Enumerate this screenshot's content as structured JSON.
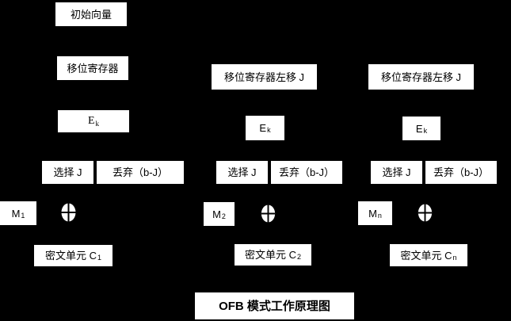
{
  "title": "OFB 模式工作原理图",
  "colors": {
    "background": "#000000",
    "box_fill": "#ffffff",
    "box_text": "#000000"
  },
  "icons": {
    "xor": "circle-plus-xor"
  },
  "columns": [
    {
      "initial_vector": "初始向量",
      "shift_register": "移位寄存器",
      "encrypt": {
        "base": "E",
        "sub": "k"
      },
      "select": "选择 J",
      "discard": "丢弃（b-J）",
      "message": {
        "base": "M",
        "sub": "1"
      },
      "cipher": {
        "base": "密文单元 C",
        "sub": "1"
      }
    },
    {
      "shift_register": "移位寄存器左移 J",
      "encrypt": {
        "base": "E",
        "sub": "k"
      },
      "select": "选择 J",
      "discard": "丢弃（b-J）",
      "message": {
        "base": "M",
        "sub": "2"
      },
      "cipher": {
        "base": "密文单元 C",
        "sub": "2"
      }
    },
    {
      "shift_register": "移位寄存器左移 J",
      "encrypt": {
        "base": "E",
        "sub": "k"
      },
      "select": "选择 J",
      "discard": "丢弃（b-J）",
      "message": {
        "base": "M",
        "sub": "n"
      },
      "cipher": {
        "base": "密文单元 C",
        "sub": "n"
      }
    }
  ]
}
